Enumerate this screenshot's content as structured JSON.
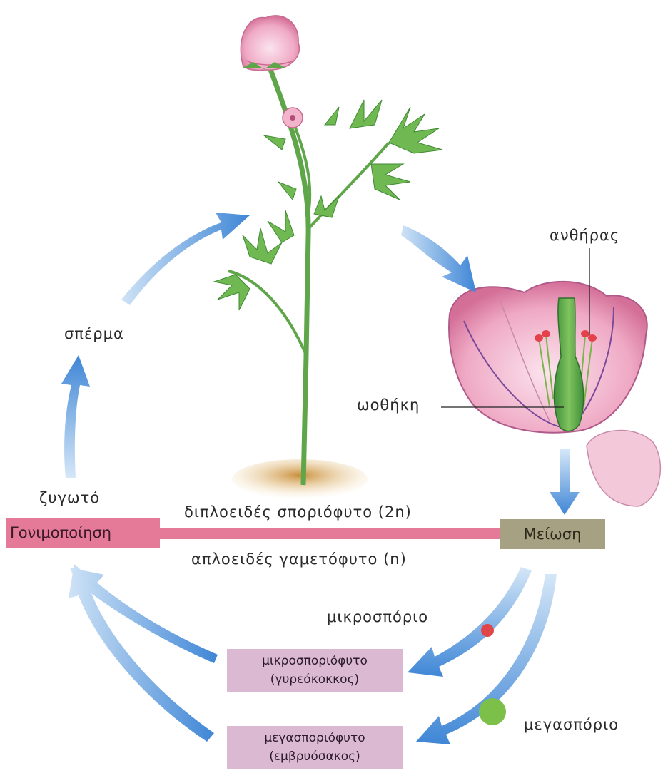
{
  "labels": {
    "anther": "ανθήρας",
    "ovary": "ωοθήκη",
    "seed": "σπέρμα",
    "zygote": "ζυγωτό",
    "diploid": "διπλοειδές σποριόφυτο (2n)",
    "haploid": "απλοειδές γαμετόφυτο (n)",
    "microspore": "μικροσπόριο",
    "megaspore": "μεγασπόριο"
  },
  "boxes": {
    "fertilization": "Γονιμοποίηση",
    "meiosis": "Μείωση",
    "micro_line1": "μικροσποριόφυτο",
    "micro_line2": "(γυρεόκοκκος)",
    "mega_line1": "μεγασποριόφυτο",
    "mega_line2": "(εμβρυόσακος)"
  },
  "colors": {
    "arrow": "#4a90d9",
    "fertilization_box": "#e57a98",
    "meiosis_box": "#a6a183",
    "gametophyte_box": "#dbb9d2",
    "microspore_dot": "#e0454a",
    "megaspore_dot": "#7cc04a"
  }
}
